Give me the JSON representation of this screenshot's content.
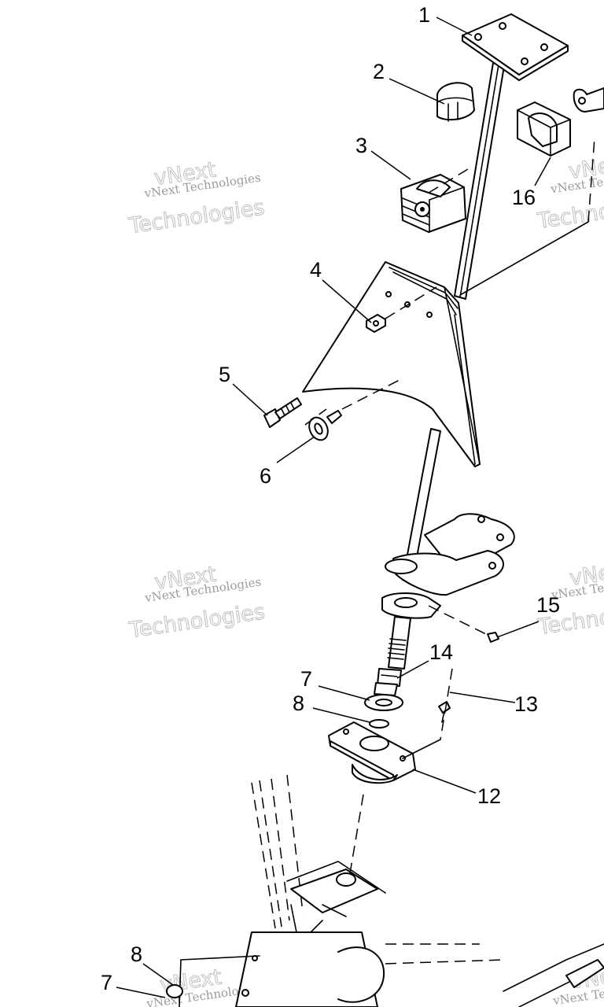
{
  "diagram": {
    "callouts": {
      "c1": "1",
      "c2": "2",
      "c3": "3",
      "c4": "4",
      "c5": "5",
      "c6": "6",
      "c7a": "7",
      "c8a": "8",
      "c12": "12",
      "c13": "13",
      "c14": "14",
      "c15": "15",
      "c16": "16",
      "c7b": "7",
      "c8b": "8"
    },
    "watermark": {
      "company": "vNext Technologies",
      "brand_top": "vNext",
      "brand_bottom": "Technologies"
    }
  }
}
